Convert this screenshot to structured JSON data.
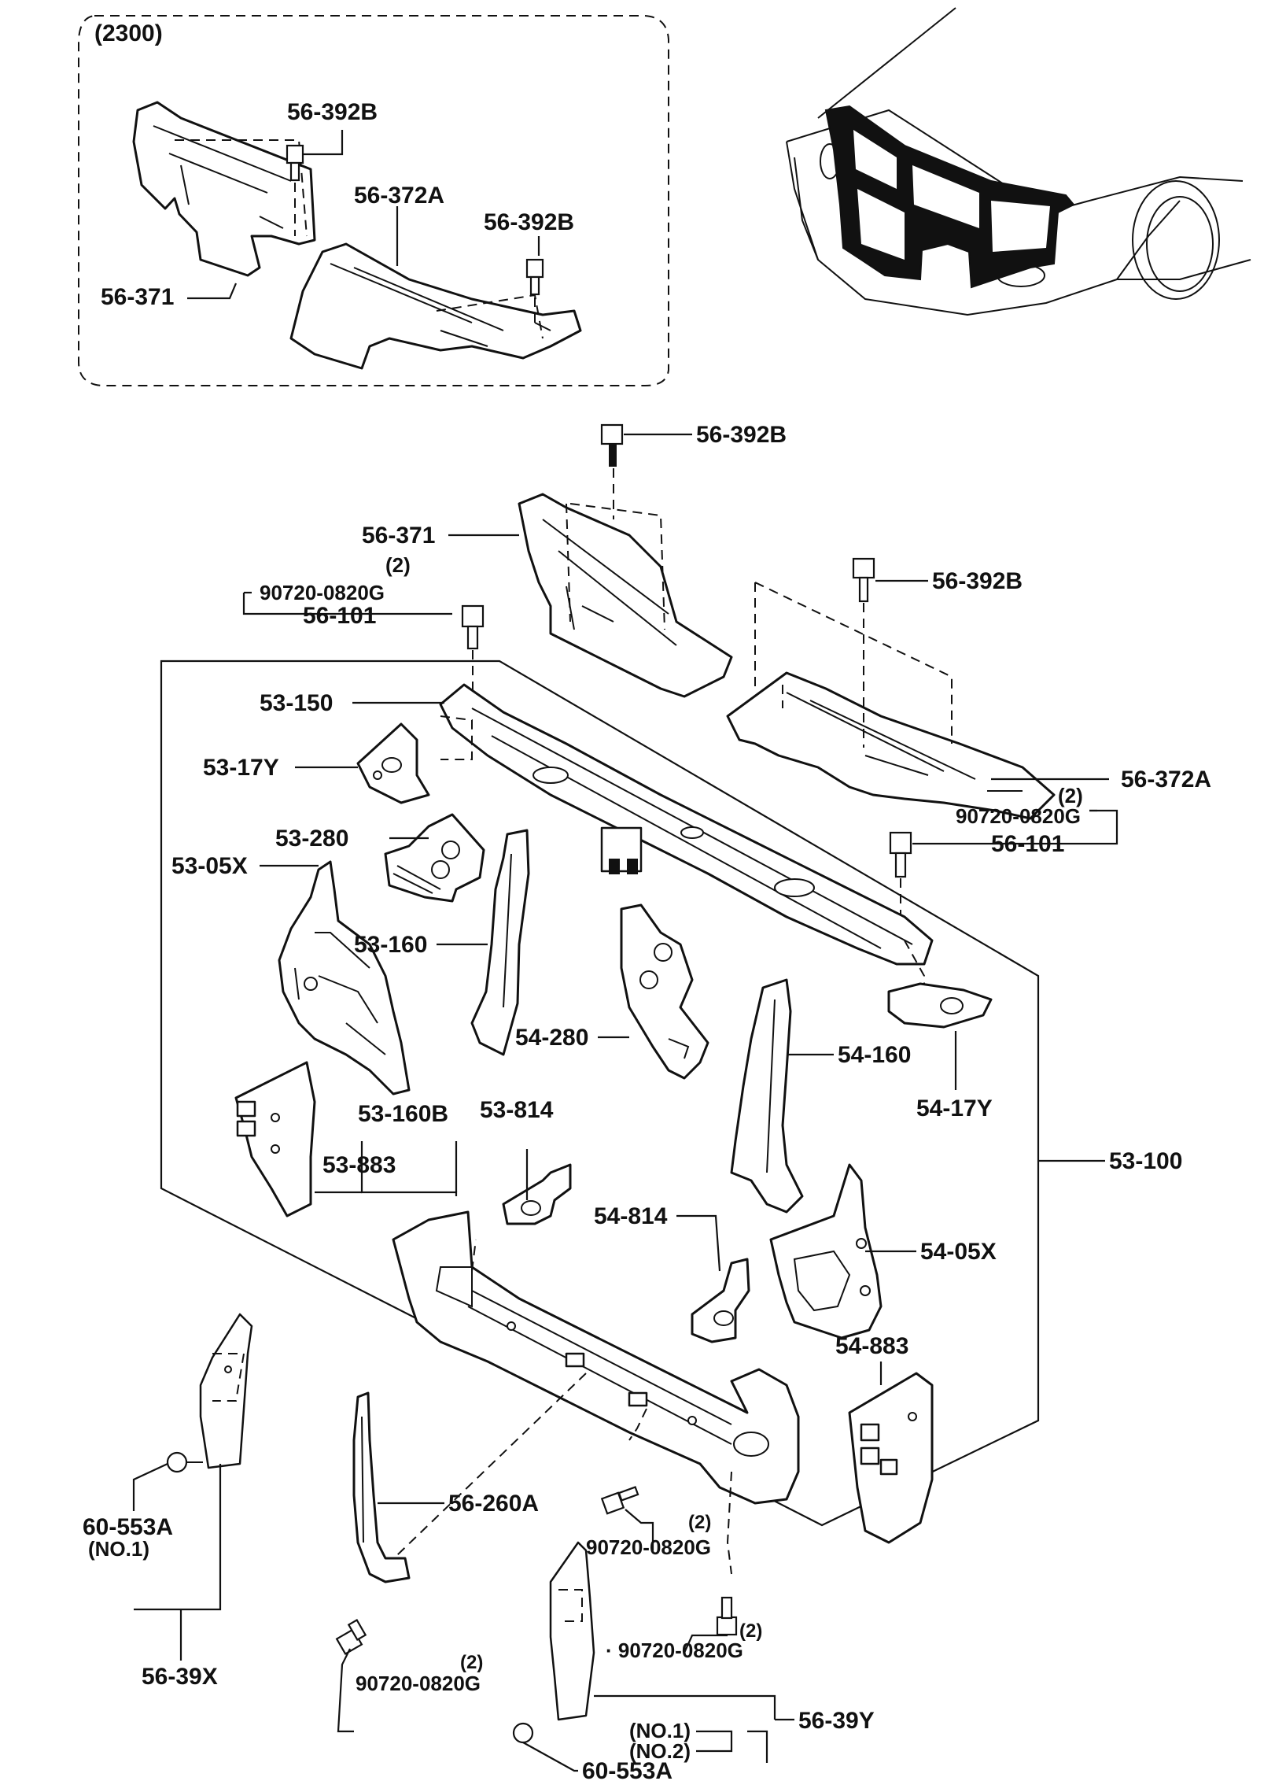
{
  "inset": {
    "variant": "(2300)"
  },
  "labels": {
    "inset_56_392B_a": "56-392B",
    "inset_56_372A": "56-372A",
    "inset_56_392B_b": "56-392B",
    "inset_56_371": "56-371",
    "main_56_392B_a": "56-392B",
    "main_56_371": "56-371",
    "main_56_392B_b": "56-392B",
    "qty_left": "(2)",
    "bolt_left": "90720-0820G",
    "main_56_101_left": "56-101",
    "main_53_150": "53-150",
    "main_53_17Y": "53-17Y",
    "main_56_372A": "56-372A",
    "qty_right": "(2)",
    "bolt_right": "90720-0820G",
    "main_56_101_right": "56-101",
    "main_53_280": "53-280",
    "main_53_05X": "53-05X",
    "main_53_160": "53-160",
    "main_54_280": "54-280",
    "main_54_160": "54-160",
    "main_54_17Y": "54-17Y",
    "main_53_160B": "53-160B",
    "main_53_814": "53-814",
    "main_53_883": "53-883",
    "main_53_100": "53-100",
    "main_54_814": "54-814",
    "main_54_05X": "54-05X",
    "main_54_883": "54-883",
    "main_56_260A": "56-260A",
    "main_60_553A_left": "60-553A",
    "no1_left": "(NO.1)",
    "main_56_39X": "56-39X",
    "qty_center": "(2)",
    "bolt_center": "90720-0820G",
    "qty_lower_right": "(2)",
    "bolt_lower_right": "· 90720-0820G",
    "qty_lower_left": "(2)",
    "bolt_lower_left": "90720-0820G",
    "no1_right": "(NO.1)",
    "no2_right": "(NO.2)",
    "main_56_39Y": "56-39Y",
    "main_60_553A_right": "60-553A"
  }
}
